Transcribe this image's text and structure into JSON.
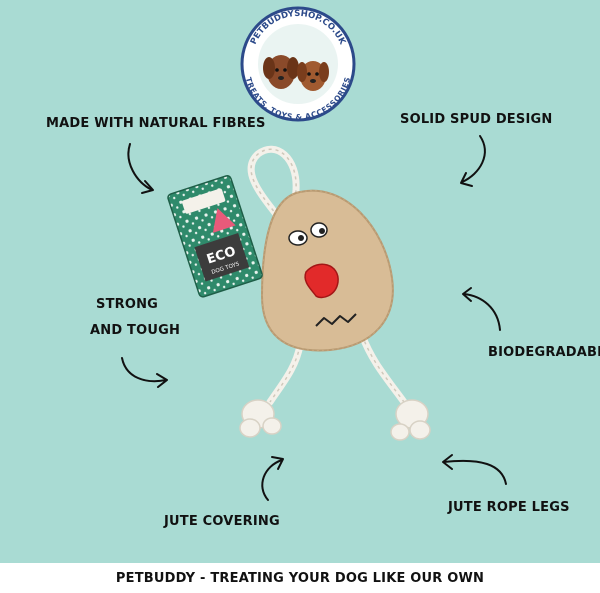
{
  "colors": {
    "background": "#a9dbd3",
    "ink": "#111111",
    "logo_ring": "#2c4a8a"
  },
  "logo": {
    "top_text": "PETBUDDYSHOP.CO.UK",
    "bottom_text": "TREATS, TOYS & ACCESSORIES"
  },
  "tag": {
    "eco_text": "ECO",
    "sub_text": "DOG TOYS"
  },
  "features": {
    "natural_fibres": "MADE WITH NATURAL FIBRES",
    "solid_spud": "SOLID SPUD DESIGN",
    "strong_line1": "STRONG",
    "strong_line2": "AND TOUGH",
    "biodegradable": "BIODEGRADABLE",
    "jute_covering": "JUTE COVERING",
    "jute_rope_legs": "JUTE ROPE LEGS"
  },
  "footer": {
    "text": "PETBUDDY - TREATING YOUR DOG LIKE OUR OWN"
  }
}
